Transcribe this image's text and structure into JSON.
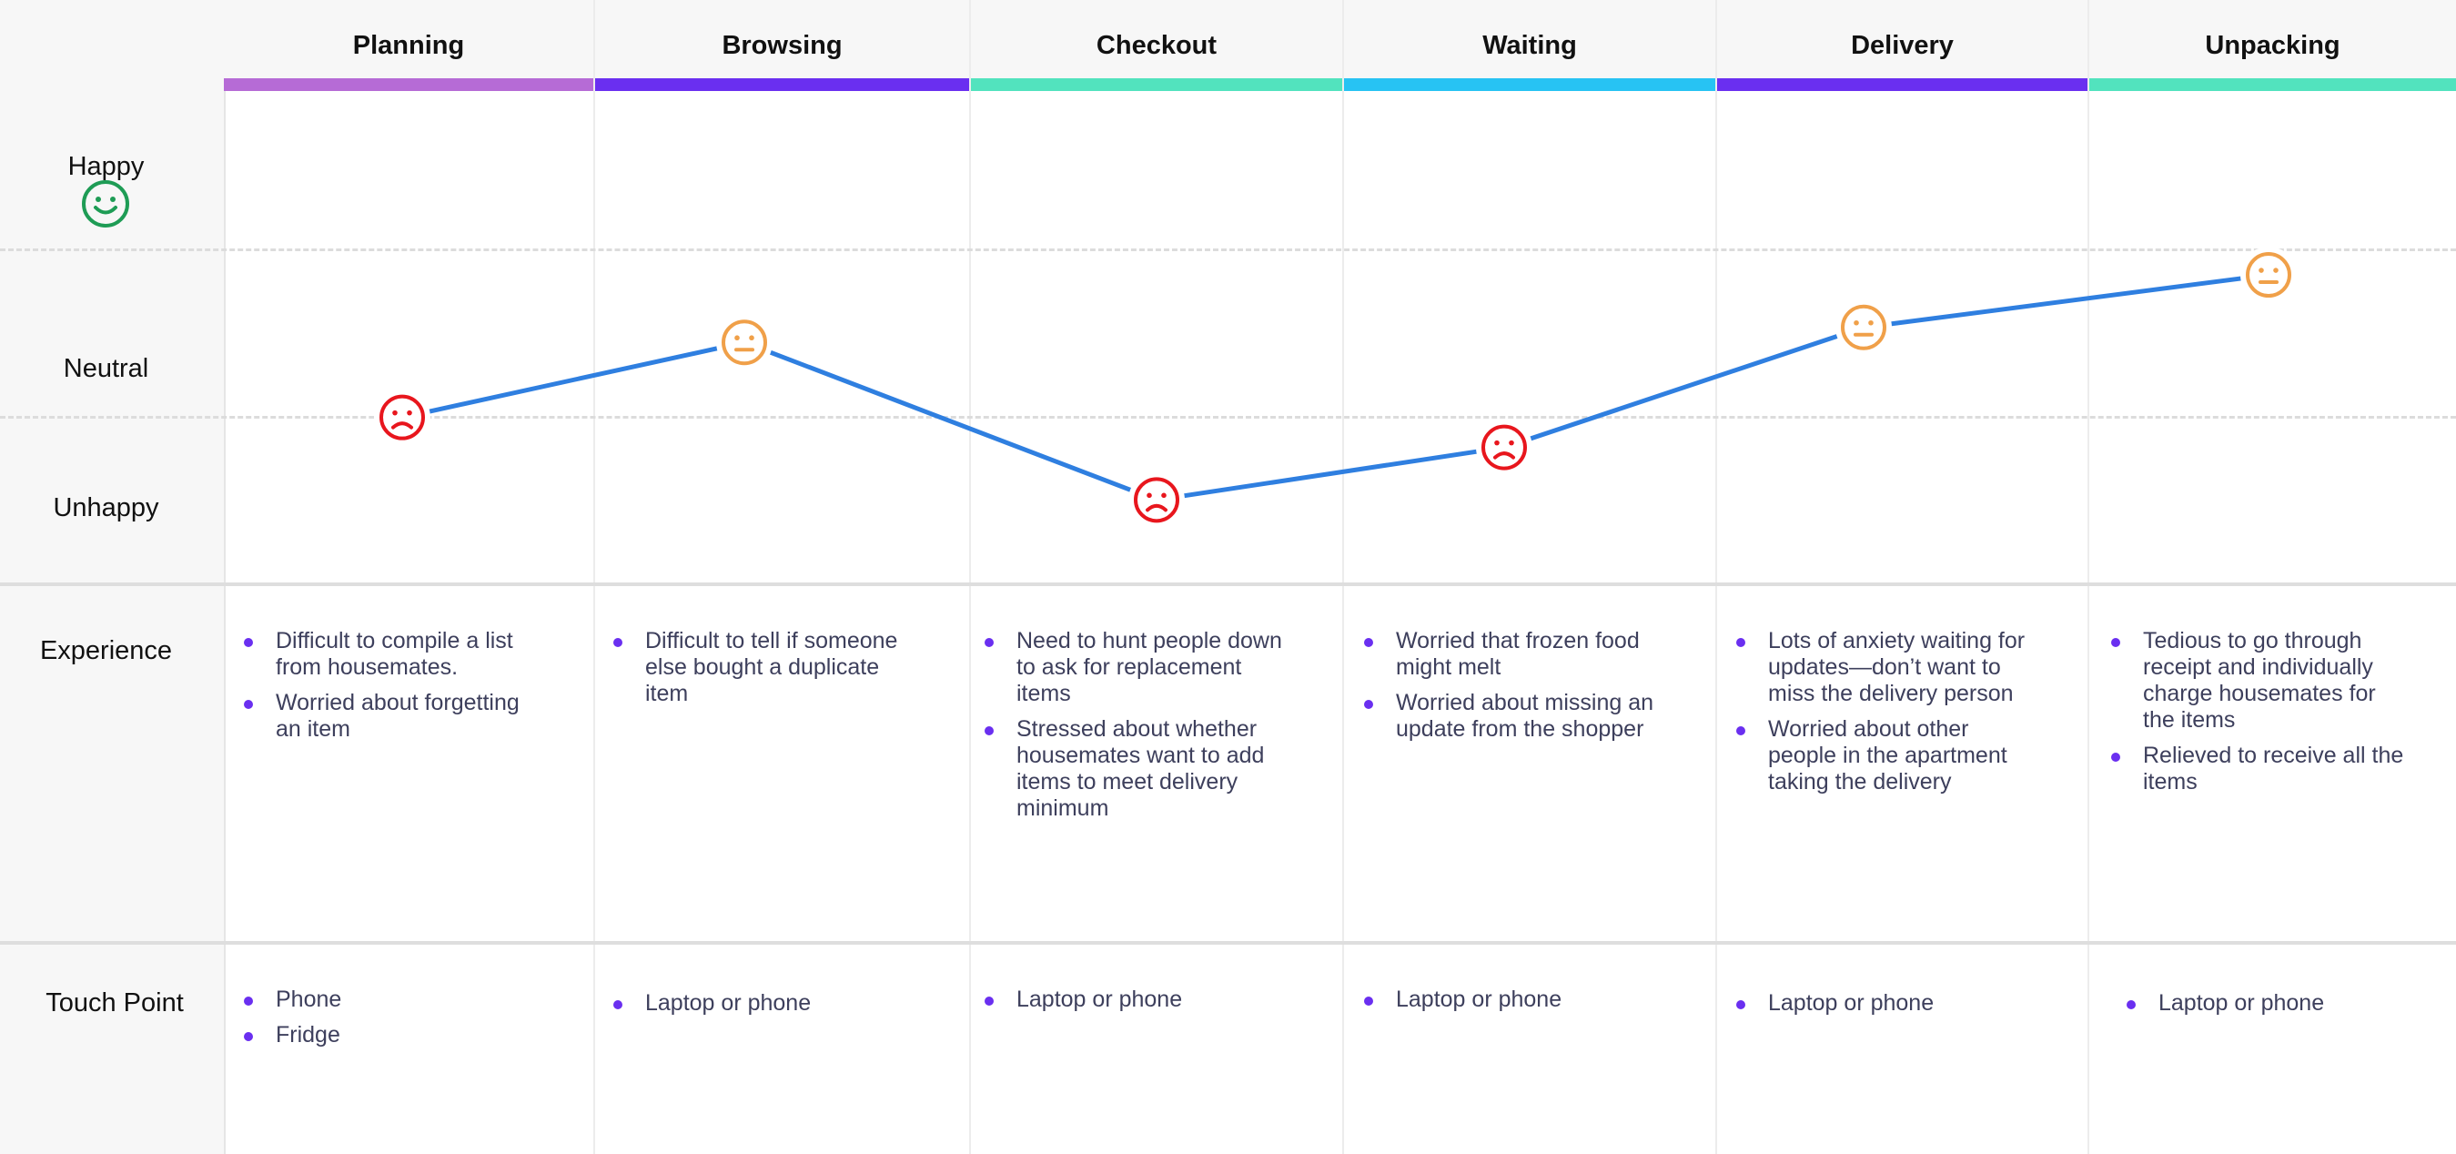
{
  "stages": [
    {
      "name": "Planning",
      "bar_color": "#b66bd6"
    },
    {
      "name": "Browsing",
      "bar_color": "#6a2ff0"
    },
    {
      "name": "Checkout",
      "bar_color": "#52e3be"
    },
    {
      "name": "Waiting",
      "bar_color": "#27c3f3"
    },
    {
      "name": "Delivery",
      "bar_color": "#6a2ff0"
    },
    {
      "name": "Unpacking",
      "bar_color": "#52e3be"
    }
  ],
  "emotion_levels": {
    "happy": "Happy",
    "neutral": "Neutral",
    "unhappy": "Unhappy"
  },
  "row_labels": {
    "experience": "Experience",
    "touch_point": "Touch Point"
  },
  "experience": [
    [
      "Difficult to compile a list from housemates.",
      "Worried about forgetting an item"
    ],
    [
      "Difficult to tell if someone else bought a duplicate item"
    ],
    [
      "Need to hunt people down to ask for replacement items",
      "Stressed about whether housemates want to add items to meet delivery minimum"
    ],
    [
      "Worried that frozen food might melt",
      "Worried about missing an update from the shopper"
    ],
    [
      "Lots of anxiety waiting for updates—don’t want to miss the delivery person",
      "Worried about other people in the apartment taking the delivery"
    ],
    [
      "Tedious to go through receipt and individually charge housemates for the items",
      "Relieved to receive all the items"
    ]
  ],
  "touch_points": [
    [
      "Phone",
      "Fridge"
    ],
    [
      "Laptop or phone"
    ],
    [
      "Laptop or phone"
    ],
    [
      "Laptop or phone"
    ],
    [
      "Laptop or phone"
    ],
    [
      "Laptop or phone"
    ]
  ],
  "chart_data": {
    "type": "line",
    "categories": [
      "Planning",
      "Browsing",
      "Checkout",
      "Waiting",
      "Delivery",
      "Unpacking"
    ],
    "emotions": [
      "unhappy",
      "neutral",
      "unhappy",
      "unhappy",
      "neutral",
      "neutral"
    ],
    "values": [
      -0.4,
      0.1,
      -0.95,
      -0.6,
      0.2,
      0.55
    ],
    "ylim": [
      -1.5,
      2
    ],
    "ylabels": [
      "Unhappy",
      "Neutral",
      "Happy"
    ],
    "colors": {
      "line": "#2f7fe0",
      "unhappy": "#e8161d",
      "neutral": "#f0a049",
      "happy": "#1e9c55"
    }
  }
}
